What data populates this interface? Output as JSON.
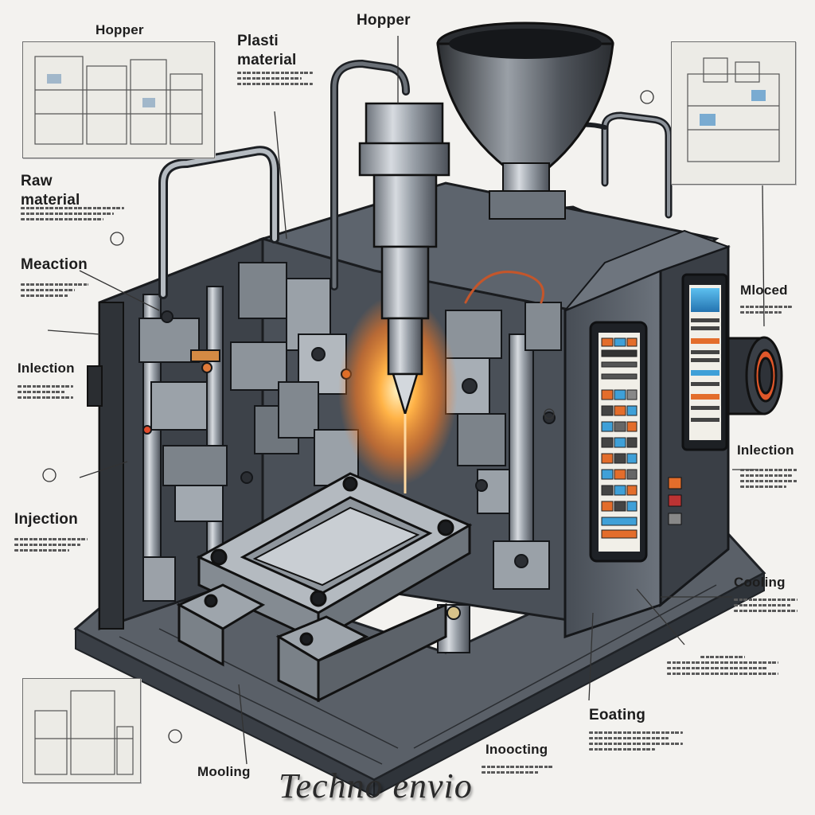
{
  "labels": {
    "hopper_left": "Hopper",
    "hopper_top": "Hopper",
    "plastic_material": "Plasti\nmaterial",
    "raw_material": "Raw\nmaterial",
    "meaction": "Meaction",
    "inlection_left": "Inlection",
    "injection_left": "Injection",
    "mloced": "Mloced",
    "inlection_right": "Inlection",
    "cooling_right": "Cooling",
    "eoating": "Eoating",
    "inoocting": "Inoocting",
    "mooling": "Mooling"
  },
  "signature": "Techno envio",
  "colors": {
    "background": "#f3f2ef",
    "machine_body": "#5f6670",
    "machine_dark": "#3b4048",
    "steel": "#a9b0b8",
    "glow": "#ff8a2a",
    "accent_orange": "#e76b2a",
    "screen_blue": "#3fa0d8"
  },
  "icons": [
    "hopper-icon",
    "nozzle-icon",
    "mold-icon",
    "control-panel-icon"
  ]
}
